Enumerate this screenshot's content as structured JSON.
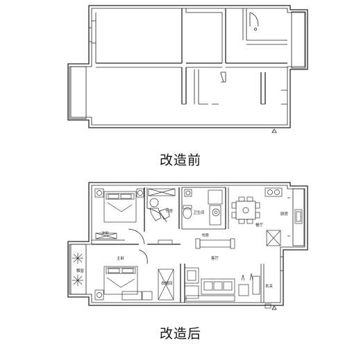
{
  "before": {
    "caption": "改造前"
  },
  "after": {
    "caption": "改造后",
    "rooms": {
      "study_top": "书房",
      "bathroom": "卫生间",
      "kitchen": "厨房",
      "dining": "餐厅",
      "second_bedroom": "次卧",
      "study_mid": "书房",
      "living_room": "客厅",
      "master_bedroom": "主卧",
      "bay_window": "飘窗",
      "walk_in_closet": "衣帽间",
      "entrance": "玄关"
    }
  }
}
